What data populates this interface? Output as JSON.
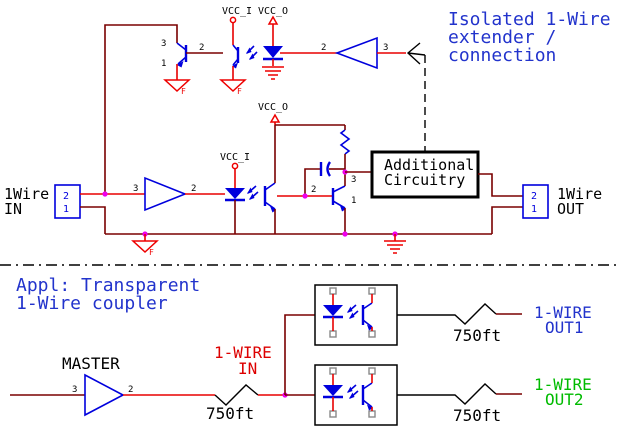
{
  "colors": {
    "wire_dark": "#7a0000",
    "wire_red": "#e80000",
    "component_blue": "#0000dd",
    "title_blue": "#2233cc",
    "label_red": "#dd0000",
    "label_green": "#00bb00",
    "junction_magenta": "#ee00ee",
    "pad_gray": "#888888",
    "black": "#000000",
    "background": "#ffffff"
  },
  "top_section": {
    "title_lines": [
      "Isolated 1-Wire",
      "extender /",
      "connection"
    ],
    "vcc_i_label": "VCC_I",
    "vcc_o_label": "VCC_O",
    "ground_f_label": "F",
    "transistor_q1_pins": {
      "collector": "3",
      "emitter": "1",
      "base": "2"
    },
    "inverter_pins": {
      "out": "2",
      "in": "3"
    },
    "buffer_pins": {
      "in": "3",
      "out": "2"
    },
    "transistor_q2_pins": {
      "base": "2",
      "collector": "3",
      "emitter": "1"
    },
    "in_connector": {
      "label_line1": "1Wire",
      "label_line2": "IN",
      "pin_top": "2",
      "pin_bottom": "1"
    },
    "out_connector": {
      "label_line1": "1Wire",
      "label_line2": "OUT",
      "pin_top": "2",
      "pin_bottom": "1"
    },
    "additional_box": {
      "line1": "Additional",
      "line2": "Circuitry"
    }
  },
  "bottom_section": {
    "title_lines": [
      "Appl: Transparent",
      "1-Wire coupler"
    ],
    "master_label": "MASTER",
    "master_pins": {
      "in": "3",
      "out": "2"
    },
    "wire_in": {
      "line1": "1-WIRE",
      "line2": "IN"
    },
    "out1": {
      "line1": "1-WIRE",
      "line2": "OUT1"
    },
    "out2": {
      "line1": "1-WIRE",
      "line2": "OUT2"
    },
    "cable_labels": [
      "750ft",
      "750ft",
      "750ft"
    ]
  }
}
